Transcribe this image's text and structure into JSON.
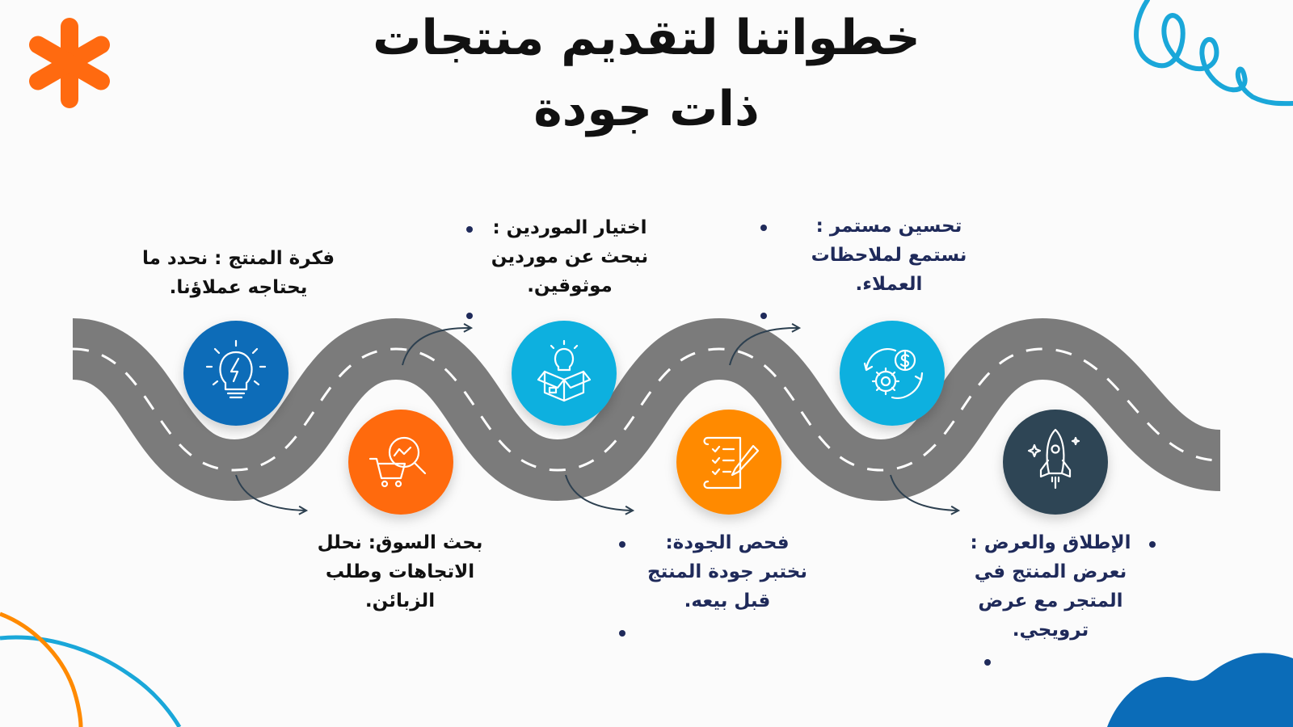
{
  "title_line1": "خطواتنا لتقديم منتجات",
  "title_line2": "ذات جودة",
  "colors": {
    "road": "#7b7b7b",
    "road_dash": "#ffffff",
    "blue_dark": "#0b6cb8",
    "cyan": "#11b0df",
    "orange": "#ff6a10",
    "orange_light": "#ff8a00",
    "navy": "#2d4555",
    "arrow": "#2d4050",
    "text_dark": "#111111",
    "text_navy": "#1f2a5a"
  },
  "steps": [
    {
      "icon": "lightbulb-icon",
      "lines": [
        "فكرة المنتج : نحدد ما",
        "يحتاجه عملاؤنا."
      ]
    },
    {
      "icon": "cart-magnifier-icon",
      "lines": [
        "بحث السوق: نحلل",
        "الاتجاهات وطلب",
        "الزبائن."
      ]
    },
    {
      "icon": "box-bulb-icon",
      "lines": [
        "اختيار الموردين :",
        "نبحث عن موردين",
        "موثوقين."
      ]
    },
    {
      "icon": "checklist-pen-icon",
      "lines": [
        "فحص الجودة:",
        "نختبر جودة المنتج",
        "قبل بيعه."
      ]
    },
    {
      "icon": "gear-dollar-cycle-icon",
      "lines": [
        "تحسين مستمر :",
        "نستمع لملاحظات",
        "العملاء."
      ]
    },
    {
      "icon": "rocket-icon",
      "lines": [
        "الإطلاق والعرض :",
        "نعرض المنتج في",
        "المتجر مع عرض",
        "ترويجي."
      ]
    }
  ]
}
